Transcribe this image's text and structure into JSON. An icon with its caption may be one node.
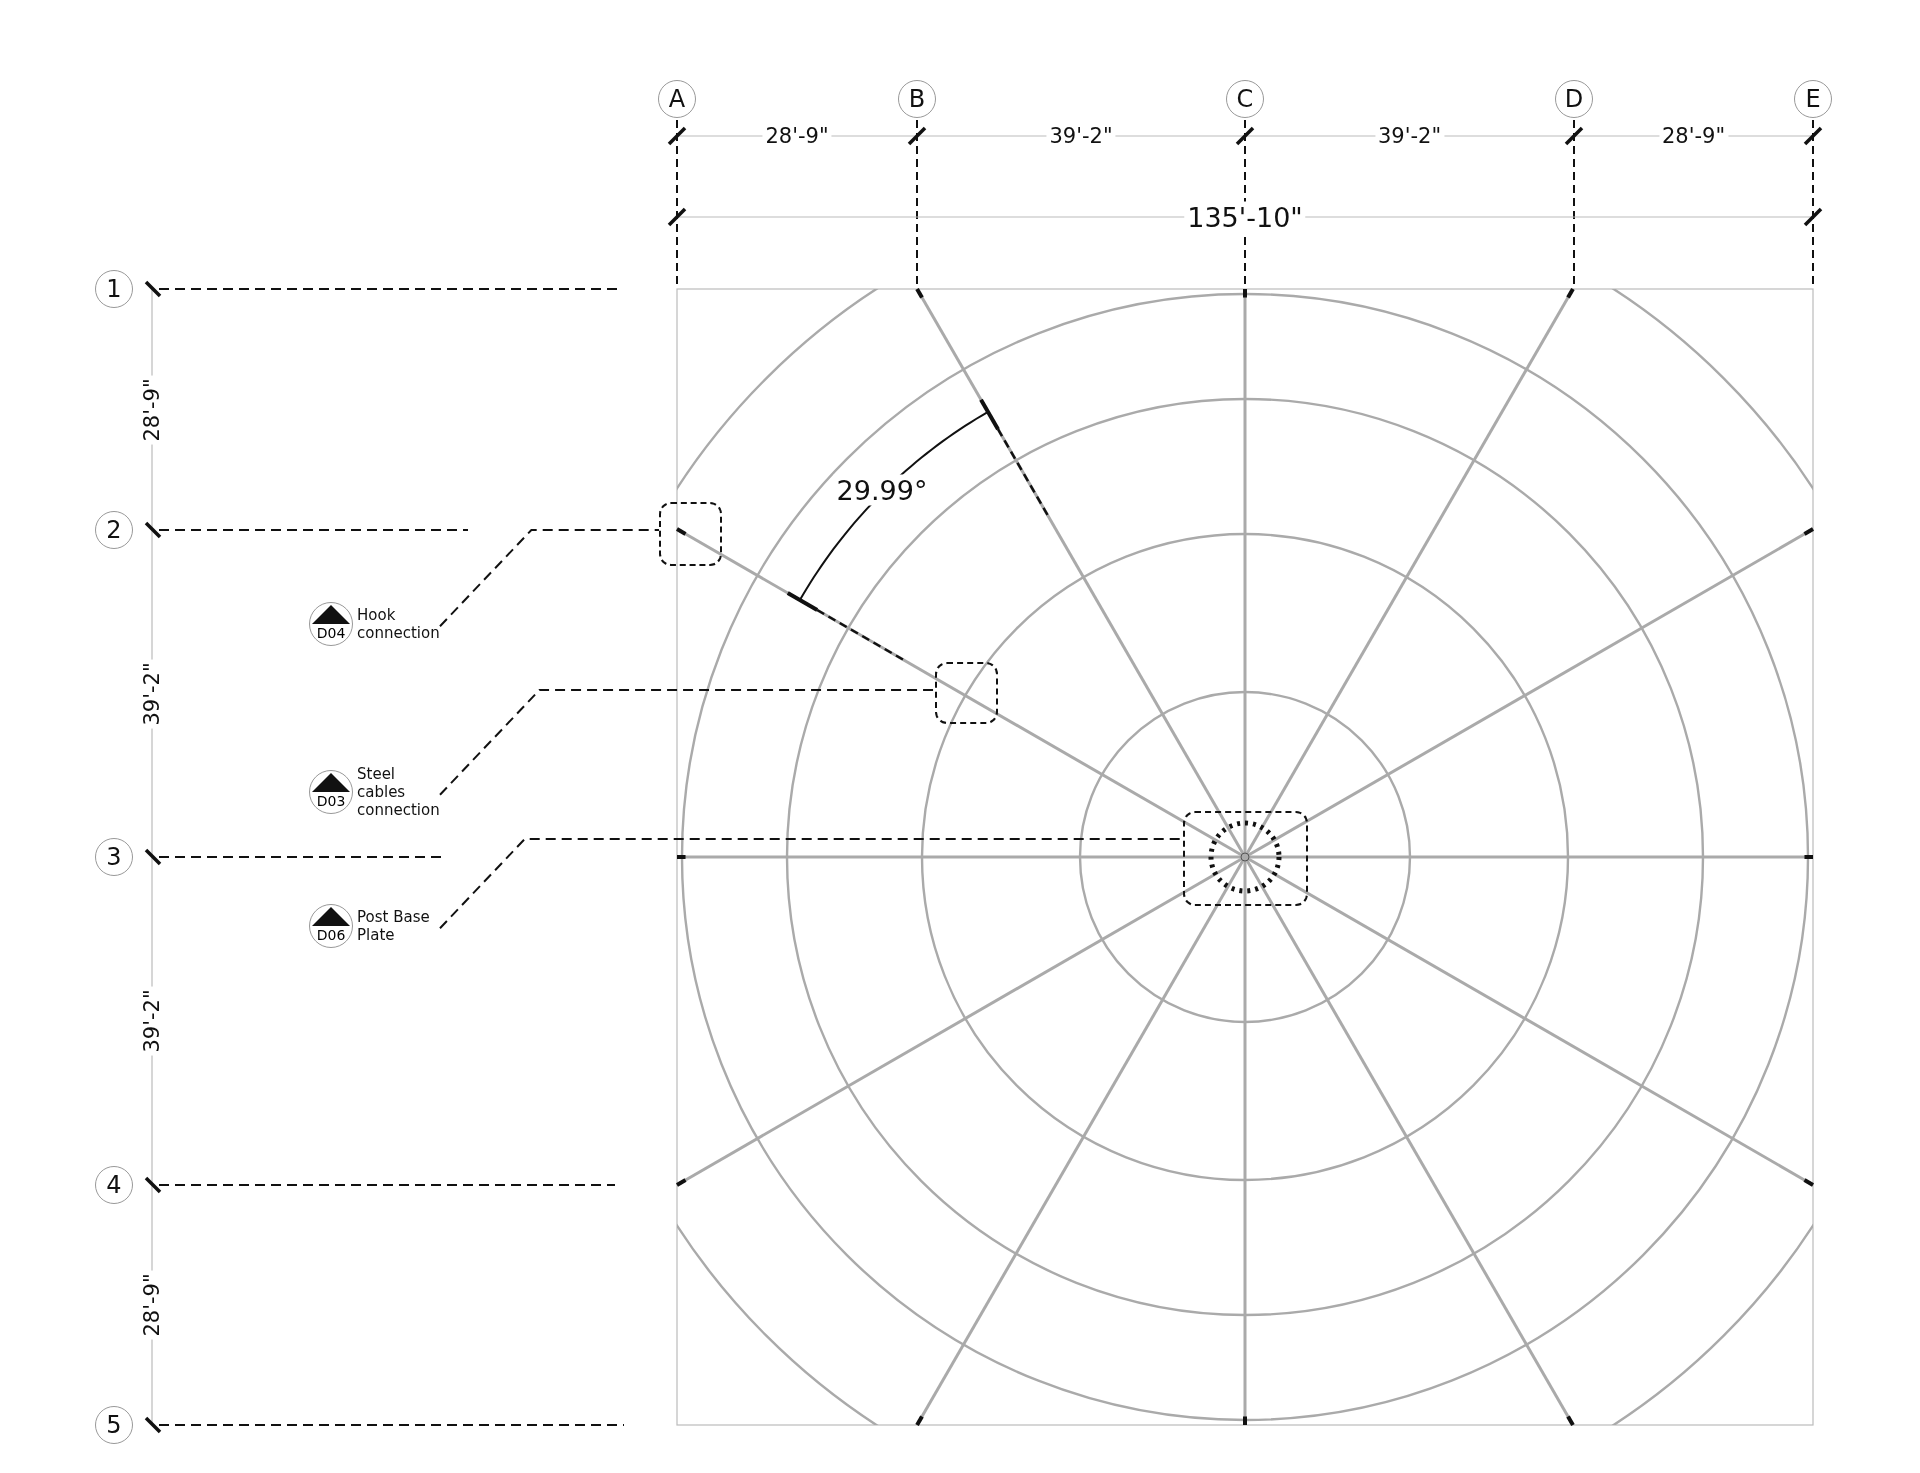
{
  "diagram": {
    "nodes": [
      {
        "text": [
          "A"
        ]
      },
      {
        "text": [
          "B"
        ]
      },
      {
        "text": [
          "C"
        ]
      },
      {
        "text": [
          "D"
        ]
      },
      {
        "text": [
          "E"
        ]
      },
      {
        "text": [
          "1"
        ]
      },
      {
        "text": [
          "2"
        ]
      },
      {
        "text": [
          "3"
        ]
      },
      {
        "text": [
          "4"
        ]
      },
      {
        "text": [
          "5"
        ]
      },
      {
        "text": [
          "D04"
        ],
        "beside": [
          "Hook connection"
        ]
      },
      {
        "text": [
          "D03"
        ],
        "beside": [
          "Steel cables connection"
        ]
      },
      {
        "text": [
          "D06"
        ],
        "beside": [
          "Post Base Plate"
        ]
      },
      {
        "text": [],
        "shape": "box"
      },
      {
        "text": [],
        "shape": "box"
      },
      {
        "text": [],
        "shape": "box"
      }
    ],
    "edges": [
      {
        "from": 10,
        "to": 13,
        "arrow": "none",
        "style": "dashed"
      },
      {
        "from": 11,
        "to": 14,
        "arrow": "none",
        "style": "dashed"
      },
      {
        "from": 12,
        "to": 15,
        "arrow": "none",
        "style": "dashed"
      }
    ],
    "labels": [
      "28'-9\"",
      "39'-2\"",
      "39'-2\"",
      "28'-9\"",
      "135'-10\"",
      "28'-9\"",
      "39'-2\"",
      "39'-2\"",
      "28'-9\"",
      "29.99°"
    ]
  }
}
